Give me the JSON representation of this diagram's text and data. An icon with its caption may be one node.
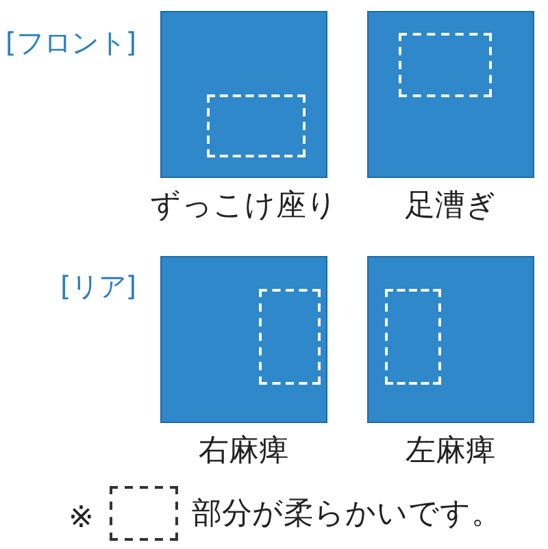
{
  "diagram": {
    "nodes": [
      {
        "text": [
          "ずっこけ座り"
        ]
      },
      {
        "text": [
          "足漕ぎ"
        ]
      },
      {
        "text": [
          "右麻痺"
        ]
      },
      {
        "text": [
          "左麻痺"
        ]
      }
    ],
    "labels": [
      "[フロント]",
      "[リア]",
      "※"
    ],
    "legend": [
      {
        "text": "部分が柔らかいです。"
      }
    ]
  }
}
